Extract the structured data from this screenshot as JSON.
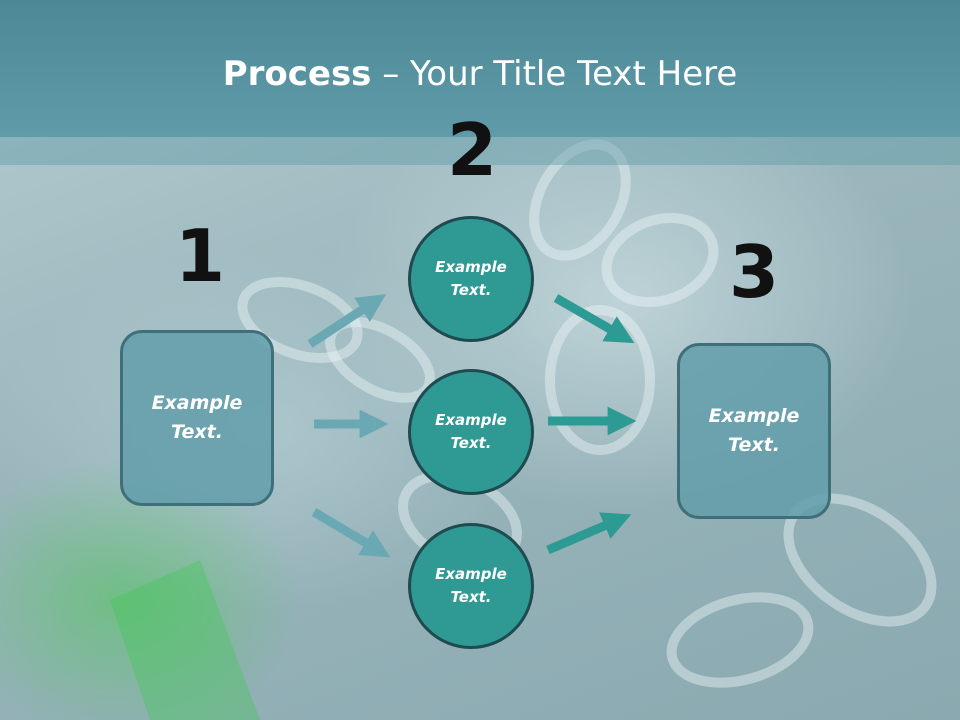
{
  "slide": {
    "title_bold": "Process",
    "title_rest": " – Your Title Text Here"
  },
  "steps": {
    "one": "1",
    "two": "2",
    "three": "3"
  },
  "nodes": {
    "left": {
      "line1": "Example",
      "line2": "Text."
    },
    "top": {
      "line1": "Example",
      "line2": "Text."
    },
    "middle": {
      "line1": "Example",
      "line2": "Text."
    },
    "bottom": {
      "line1": "Example",
      "line2": "Text."
    },
    "right": {
      "line1": "Example",
      "line2": "Text."
    }
  },
  "colors": {
    "header": "#5f9ba8",
    "box_fill": "#629eaa",
    "circle_fill": "#2f9a94",
    "arrow_left": "#6aa8b4",
    "arrow_right": "#2e9a94"
  }
}
